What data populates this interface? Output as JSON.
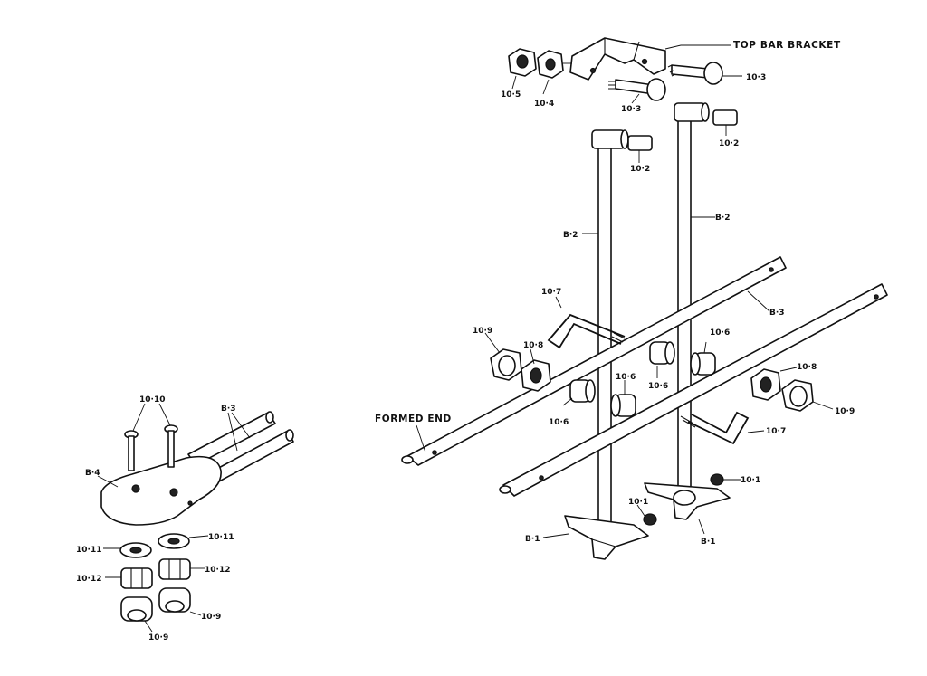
{
  "labels": {
    "top_bar_bracket": "TOP BAR BRACKET",
    "formed_end": "FORMED END",
    "p10_1": "10·1",
    "p10_2": "10·2",
    "p10_3": "10·3",
    "p10_4": "10·4",
    "p10_5": "10·5",
    "p10_6": "10·6",
    "p10_7": "10·7",
    "p10_8": "10·8",
    "p10_9": "10·9",
    "p10_10": "10·10",
    "p10_11": "10·11",
    "p10_12": "10·12",
    "b1": "B·1",
    "b2": "B·2",
    "b3": "B·3",
    "b4": "B·4"
  }
}
